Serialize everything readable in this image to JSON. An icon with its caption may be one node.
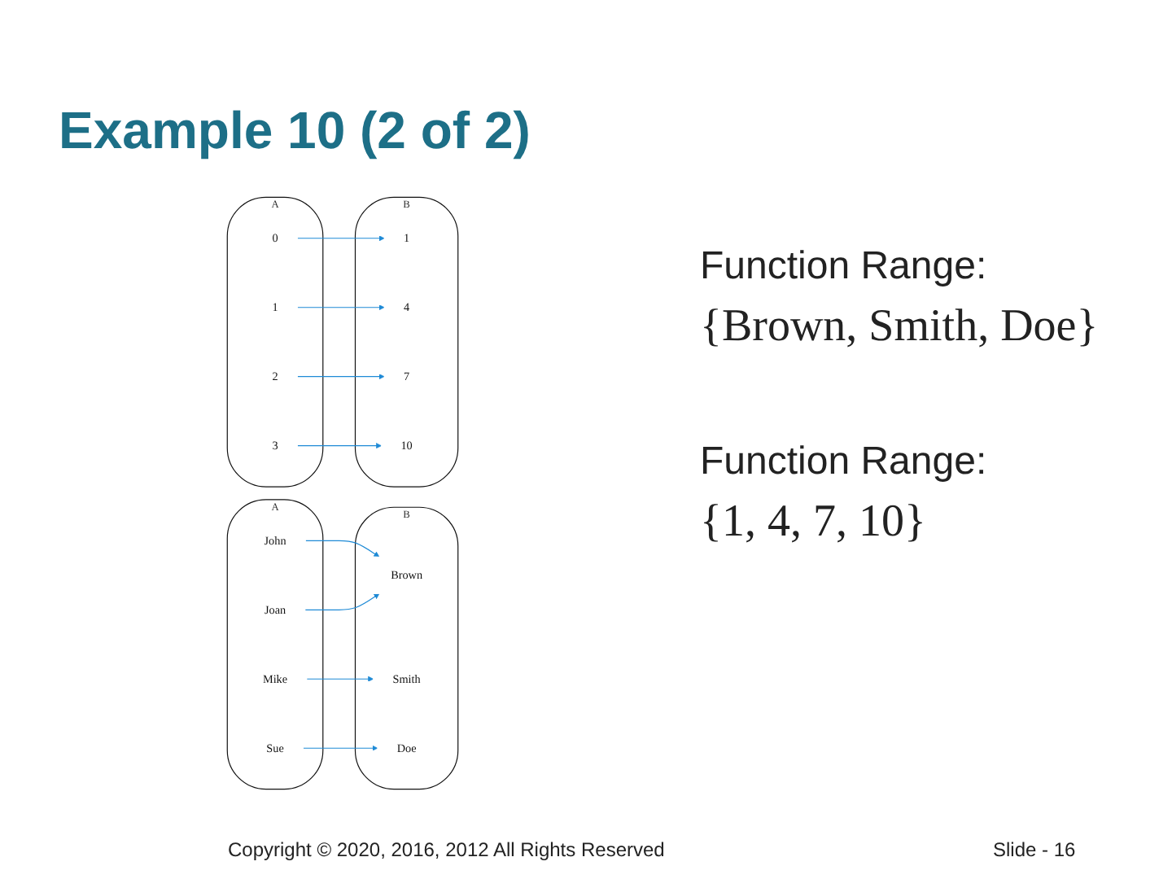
{
  "diagram": {
    "title": "Example 10 (2 of 2)",
    "nodes": [
      {
        "text": [
          "A"
        ]
      },
      {
        "text": [
          "John"
        ],
        "in": 0
      },
      {
        "text": [
          "Mike"
        ],
        "in": 0
      },
      {
        "text": [
          "Joan"
        ],
        "in": 0
      },
      {
        "text": [
          "Sue"
        ],
        "in": 0
      },
      {
        "text": [
          "B"
        ]
      },
      {
        "text": [
          "Brown"
        ],
        "in": 5
      },
      {
        "text": [
          "Smith"
        ],
        "in": 5
      },
      {
        "text": [
          "Doe"
        ],
        "in": 5
      },
      {
        "text": [
          "A"
        ]
      },
      {
        "text": [
          "0"
        ],
        "in": 9
      },
      {
        "text": [
          "1"
        ],
        "in": 9
      },
      {
        "text": [
          "2"
        ],
        "in": 9
      },
      {
        "text": [
          "3"
        ],
        "in": 9
      },
      {
        "text": [
          "B"
        ]
      },
      {
        "text": [
          "1"
        ],
        "in": 14
      },
      {
        "text": [
          "4"
        ],
        "in": 14
      },
      {
        "text": [
          "7"
        ],
        "in": 14
      },
      {
        "text": [
          "10"
        ],
        "in": 14
      }
    ],
    "edges": [
      {
        "from": 1,
        "to": 6,
        "arrow": "to",
        "color": "#1e8ad6"
      },
      {
        "from": 2,
        "to": 7,
        "arrow": "to",
        "color": "#1e8ad6"
      },
      {
        "from": 3,
        "to": 6,
        "arrow": "to",
        "color": "#1e8ad6"
      },
      {
        "from": 4,
        "to": 8,
        "arrow": "to",
        "color": "#1e8ad6"
      },
      {
        "from": 10,
        "to": 15,
        "arrow": "to",
        "color": "#1e8ad6"
      },
      {
        "from": 11,
        "to": 16,
        "arrow": "to",
        "color": "#1e8ad6"
      },
      {
        "from": 12,
        "to": 17,
        "arrow": "to",
        "color": "#1e8ad6"
      },
      {
        "from": 13,
        "to": 18,
        "arrow": "to",
        "color": "#1e8ad6"
      }
    ],
    "labels": [
      "Function Range:",
      "{Brown, Smith, Doe}",
      "Function Range:",
      "{1, 4, 7, 10}",
      "Copyright © 2020, 2016, 2012 All Rights Reserved",
      "Slide - 16"
    ]
  }
}
